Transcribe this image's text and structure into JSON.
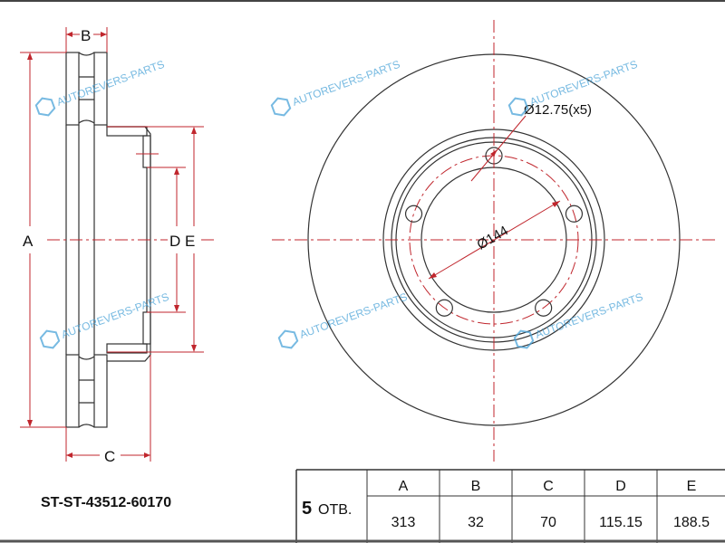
{
  "drawing": {
    "labels": {
      "A": "A",
      "B": "B",
      "C": "C",
      "D": "D",
      "E": "E"
    },
    "hole_callout": "Ø12.75(x5)",
    "pcd_callout": "Ø144",
    "watermark": "AUTOREVERS-PARTS",
    "watermark_logo": "AR",
    "accent_color": "#c0262d"
  },
  "part_number": "ST-ST-43512-60170",
  "table": {
    "holes_count": "5",
    "holes_unit": "ОТВ.",
    "headers": [
      "A",
      "B",
      "C",
      "D",
      "E"
    ],
    "values": [
      "313",
      "32",
      "70",
      "115.15",
      "188.5"
    ]
  }
}
